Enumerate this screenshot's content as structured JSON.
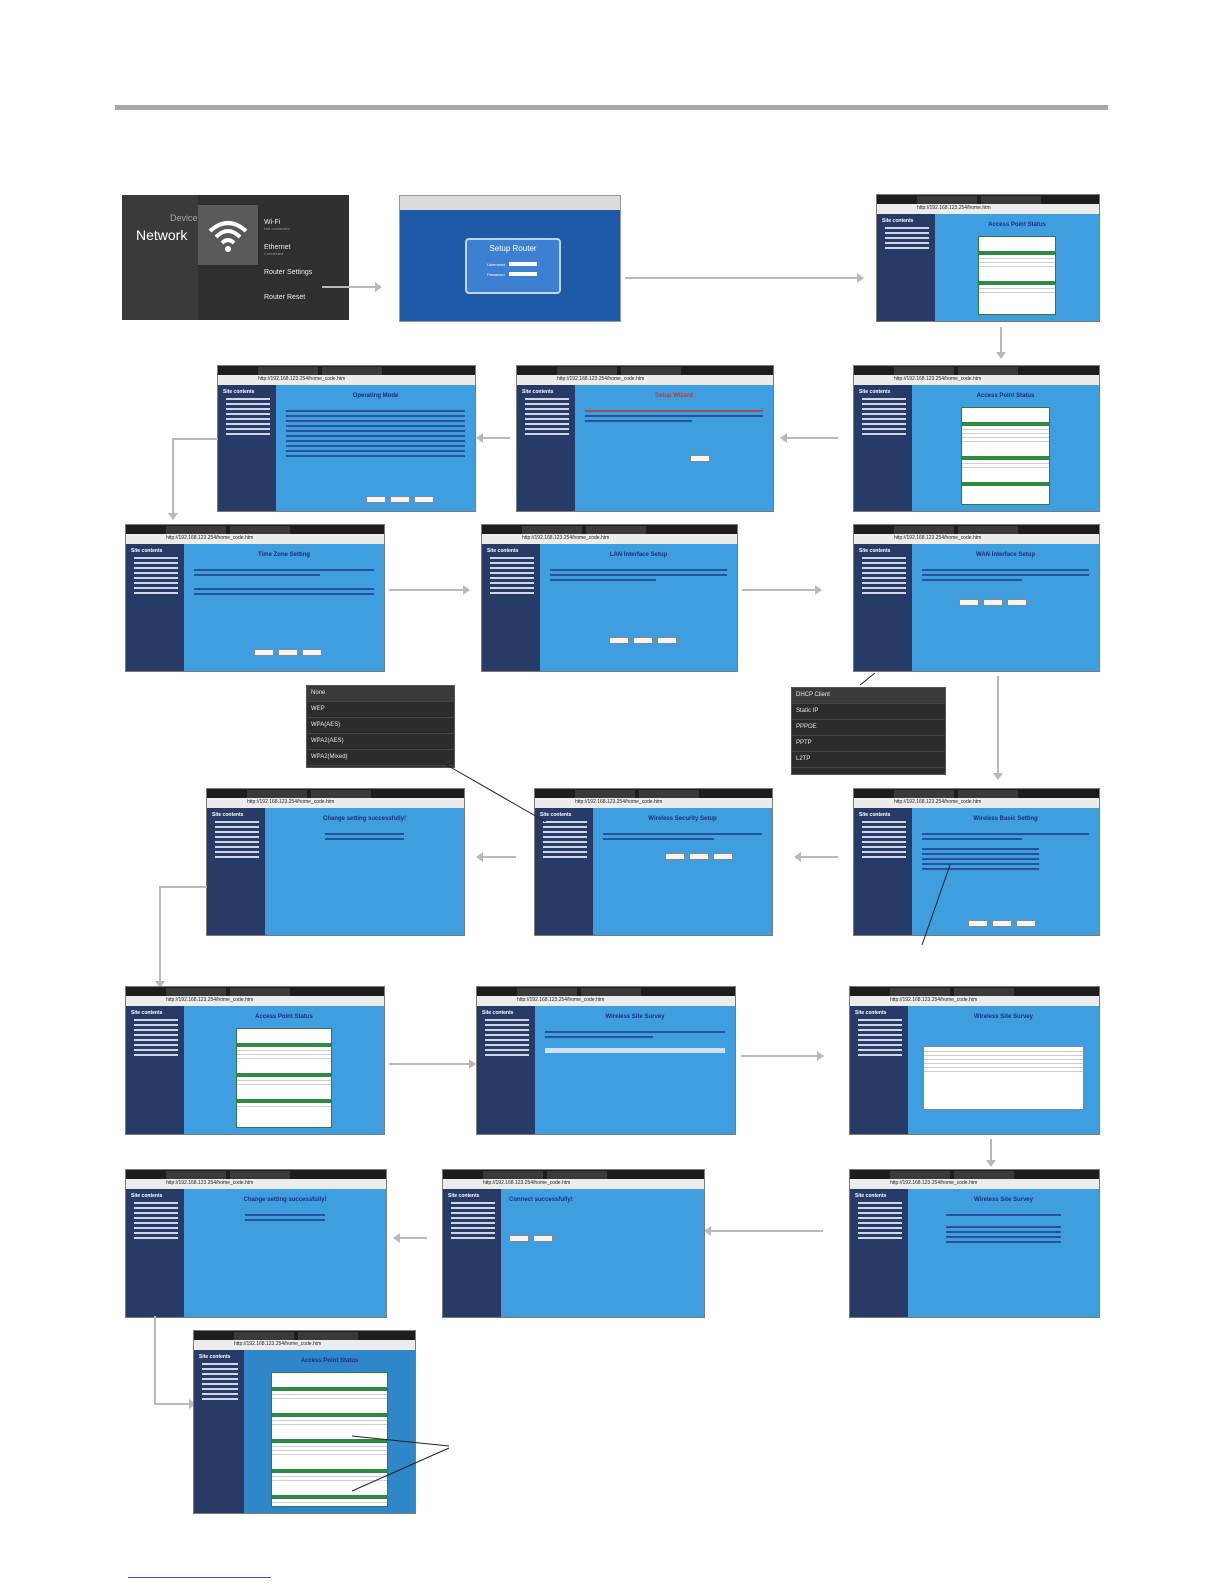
{
  "android": {
    "device": "Device",
    "network": "Network",
    "items": [
      {
        "label": "Wi-Fi",
        "sub": "Not connected"
      },
      {
        "label": "Ethernet",
        "sub": "Connected"
      },
      {
        "label": "Router Settings",
        "sub": ""
      },
      {
        "label": "Router Reset",
        "sub": ""
      }
    ]
  },
  "login": {
    "title": "Setup Router",
    "username_label": "Username",
    "password_label": "Password"
  },
  "browser": {
    "tab_title": "WLAN AP Webserver",
    "sidebar_title": "Site contents"
  },
  "screens": [
    {
      "id": "s1",
      "url": "http://192.168.123.254/home.htm",
      "title": "Access Point Status"
    },
    {
      "id": "s2",
      "url": "http://192.168.123.254/home_code.htm",
      "title": "Access Point Status"
    },
    {
      "id": "s3",
      "url": "http://192.168.123.254/home_code.htm",
      "title": "Setup Wizard"
    },
    {
      "id": "s4",
      "url": "http://192.168.123.254/home_code.htm",
      "title": "Operating Mode"
    },
    {
      "id": "s5",
      "url": "http://192.168.123.254/home_code.htm",
      "title": "Time Zone Setting"
    },
    {
      "id": "s6",
      "url": "http://192.168.123.254/home_code.htm",
      "title": "LAN Interface Setup"
    },
    {
      "id": "s7",
      "url": "http://192.168.123.254/home_code.htm",
      "title": "WAN Interface Setup"
    },
    {
      "id": "s8",
      "url": "http://192.168.123.254/home_code.htm",
      "title": "Wireless Basic Setting"
    },
    {
      "id": "s9",
      "url": "http://192.168.123.254/home_code.htm",
      "title": "Wireless Security Setup"
    },
    {
      "id": "s10",
      "url": "http://192.168.123.254/home_code.htm",
      "title": "Change setting successfully!"
    },
    {
      "id": "s11",
      "url": "http://192.168.123.254/home_code.htm",
      "title": "Access Point Status"
    },
    {
      "id": "s12",
      "url": "http://192.168.123.254/home_code.htm",
      "title": "Wireless Site Survey"
    },
    {
      "id": "s13",
      "url": "http://192.168.123.254/home_code.htm",
      "title": "Wireless Site Survey"
    },
    {
      "id": "s14",
      "url": "http://192.168.123.254/home_code.htm",
      "title": "Wireless Site Survey"
    },
    {
      "id": "s15",
      "url": "http://192.168.123.254/home_code.htm",
      "title": "Connect successfully!"
    },
    {
      "id": "s16",
      "url": "http://192.168.123.254/home_code.htm",
      "title": "Change setting successfully!"
    },
    {
      "id": "s17",
      "url": "http://192.168.123.254/home_code.htm",
      "title": "Access Point Status"
    }
  ],
  "encryption_options": [
    "None",
    "WEP",
    "WPA(AES)",
    "WPA2(AES)",
    "WPA2(Mixed)"
  ],
  "wan_options": [
    "DHCP Client",
    "Static IP",
    "PPPOE",
    "PPTP",
    "L2TP"
  ],
  "colors": {
    "page_blue": "#3f9ee0",
    "sidebar_navy": "#283a66",
    "title_navy": "#1d2c7a",
    "table_green": "#2e8b3e"
  }
}
